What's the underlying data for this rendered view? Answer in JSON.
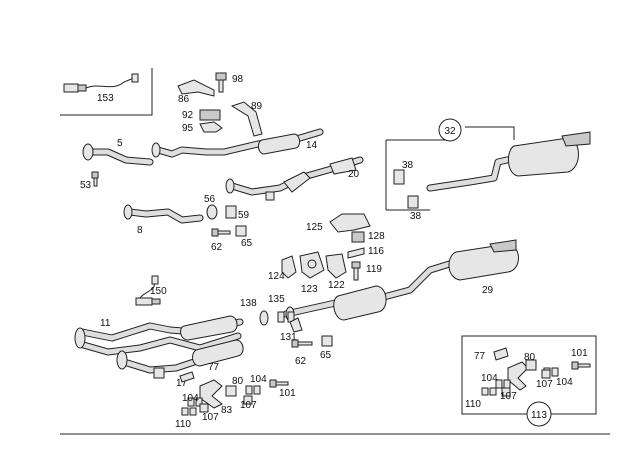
{
  "labels": {
    "p153": "153",
    "p98": "98",
    "p86": "86",
    "p89": "89",
    "p92": "92",
    "p95": "95",
    "p5": "5",
    "p53": "53",
    "p14": "14",
    "p20": "20",
    "p32": "32",
    "p38a": "38",
    "p38b": "38",
    "p56": "56",
    "p59": "59",
    "p8": "8",
    "p62a": "62",
    "p65a": "65",
    "p125": "125",
    "p128": "128",
    "p116": "116",
    "p124": "124",
    "p119": "119",
    "p123": "123",
    "p122": "122",
    "p29": "29",
    "p150": "150",
    "p138": "138",
    "p135": "135",
    "p11": "11",
    "p131": "131",
    "p62b": "62",
    "p65b": "65",
    "p77a": "77",
    "p17": "17",
    "p80a": "80",
    "p104a": "104",
    "p104b": "104",
    "p101a": "101",
    "p83": "83",
    "p107a": "107",
    "p107b": "107",
    "p110a": "110",
    "p77b": "77",
    "p80b": "80",
    "p101b": "101",
    "p104c": "104",
    "p104d": "104",
    "p107c": "107",
    "p107d": "107",
    "p110b": "110",
    "p113": "113"
  }
}
